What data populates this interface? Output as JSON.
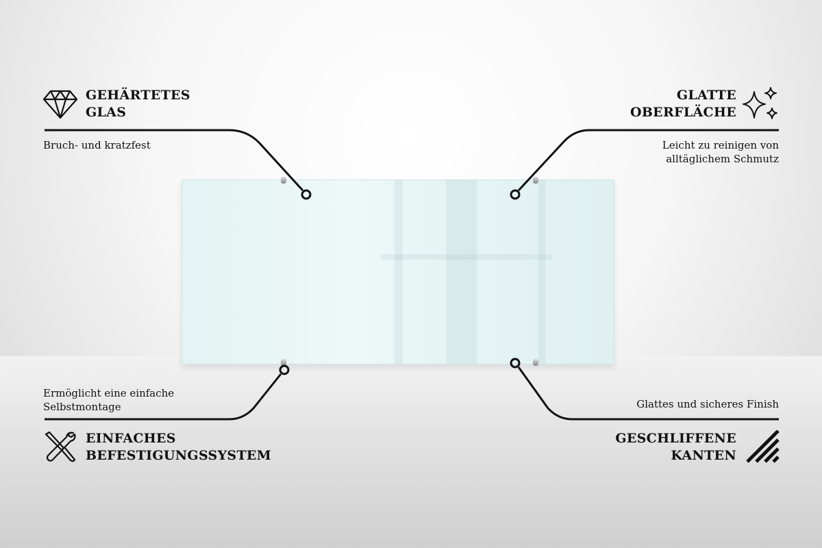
{
  "features": {
    "top_left": {
      "title_1": "GEHÄRTETES",
      "title_2": "GLAS",
      "desc_1": "Bruch- und kratzfest",
      "icon": "diamond-icon"
    },
    "top_right": {
      "title_1": "GLATTE",
      "title_2": "OBERFLÄCHE",
      "desc_1": "Leicht zu reinigen von",
      "desc_2": "alltäglichem Schmutz",
      "icon": "sparkle-icon"
    },
    "bottom_left": {
      "title_1": "EINFACHES",
      "title_2": "BEFESTIGUNGSSYSTEM",
      "desc_1": "Ermöglicht eine einfache",
      "desc_2": "Selbstmontage",
      "icon": "tools-icon"
    },
    "bottom_right": {
      "title_1": "GESCHLIFFENE",
      "title_2": "KANTEN",
      "desc_1": "Glattes und sicheres Finish",
      "icon": "stripes-icon"
    }
  }
}
